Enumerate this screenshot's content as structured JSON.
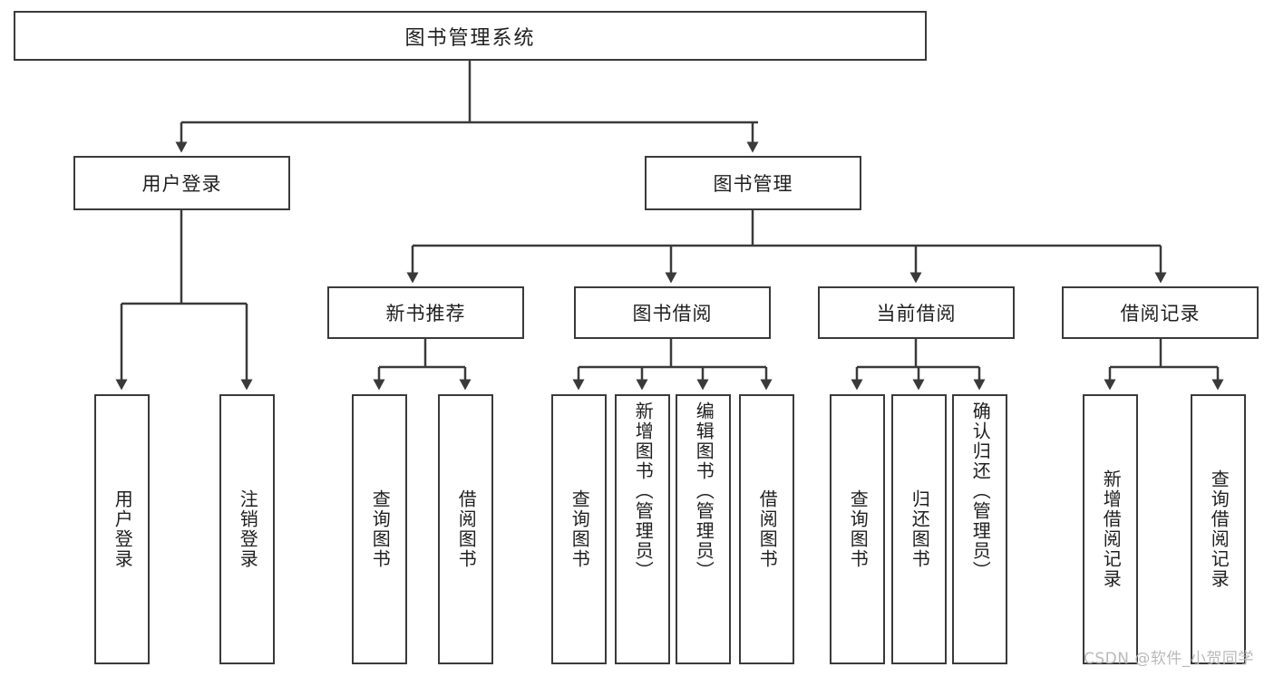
{
  "diagram": {
    "title": "图书管理系统",
    "type": "tree-hierarchy",
    "stroke_color": "#3a3a3a",
    "fill_color": "#ffffff",
    "text_color": "#1f1f1f"
  },
  "root": {
    "label": "图书管理系统"
  },
  "level2": [
    {
      "label": "用户登录"
    },
    {
      "label": "图书管理"
    }
  ],
  "level3": [
    {
      "label": "新书推荐"
    },
    {
      "label": "图书借阅"
    },
    {
      "label": "当前借阅"
    },
    {
      "label": "借阅记录"
    }
  ],
  "leaves": {
    "user_login": [
      {
        "label": "用户登录"
      },
      {
        "label": "注销登录"
      }
    ],
    "new_book_recommend": [
      {
        "label": "查询图书"
      },
      {
        "label": "借阅图书"
      }
    ],
    "book_borrow": [
      {
        "label": "查询图书"
      },
      {
        "label": "新增图书（管理员）"
      },
      {
        "label": "编辑图书（管理员）"
      },
      {
        "label": "借阅图书"
      }
    ],
    "current_borrow": [
      {
        "label": "查询图书"
      },
      {
        "label": "归还图书"
      },
      {
        "label": "确认归还（管理员）"
      }
    ],
    "borrow_record": [
      {
        "label": "新增借阅记录"
      },
      {
        "label": "查询借阅记录"
      }
    ]
  },
  "watermark": {
    "text": "CSDN @软件_小贺同学"
  }
}
